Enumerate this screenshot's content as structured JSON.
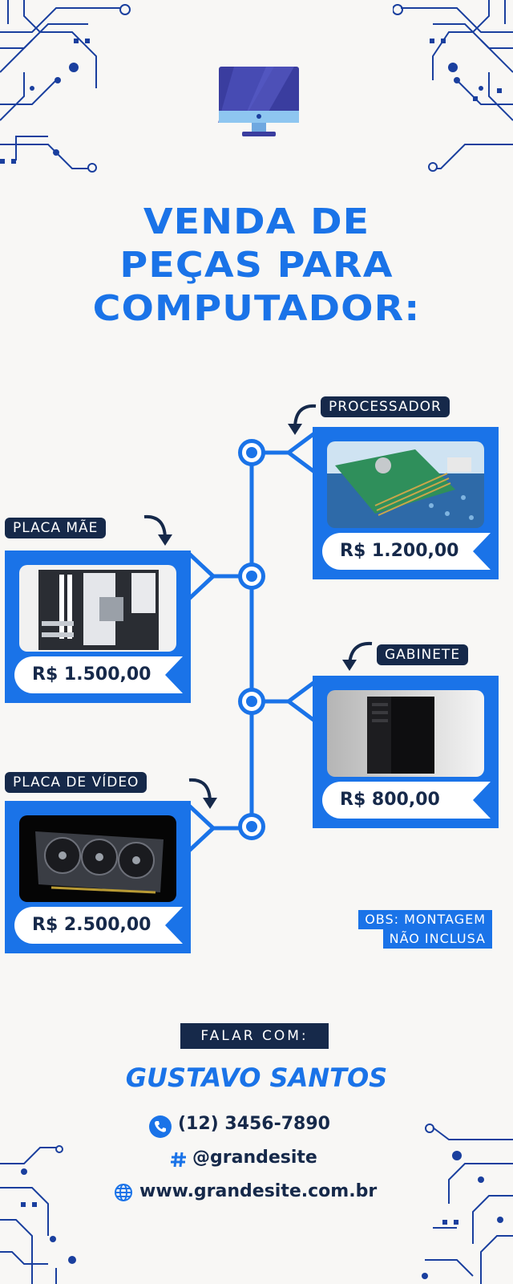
{
  "title": {
    "line1": "VENDA DE",
    "line2": "PEÇAS PARA",
    "line3": "COMPUTADOR:"
  },
  "products": [
    {
      "label": "PROCESSADOR",
      "price": "R$ 1.200,00",
      "photo": "circuit-board"
    },
    {
      "label": "PLACA MÃE",
      "price": "R$ 1.500,00",
      "photo": "motherboard"
    },
    {
      "label": "GABINETE",
      "price": "R$ 800,00",
      "photo": "pc-case"
    },
    {
      "label": "PLACA DE VÍDEO",
      "price": "R$ 2.500,00",
      "photo": "graphics-card"
    }
  ],
  "note": {
    "line1": "OBS: MONTAGEM",
    "line2": "NÃO INCLUSA"
  },
  "contact": {
    "heading": "FALAR COM:",
    "name": "GUSTAVO SANTOS",
    "phone": "(12) 3456-7890",
    "social": "@grandesite",
    "website": "www.grandesite.com.br"
  },
  "colors": {
    "accent": "#1a73e8",
    "dark": "#16294a",
    "background": "#f8f7f5"
  },
  "icons": [
    "monitor-icon",
    "phone-icon",
    "hashtag-icon",
    "globe-icon",
    "curved-arrow-icon"
  ]
}
